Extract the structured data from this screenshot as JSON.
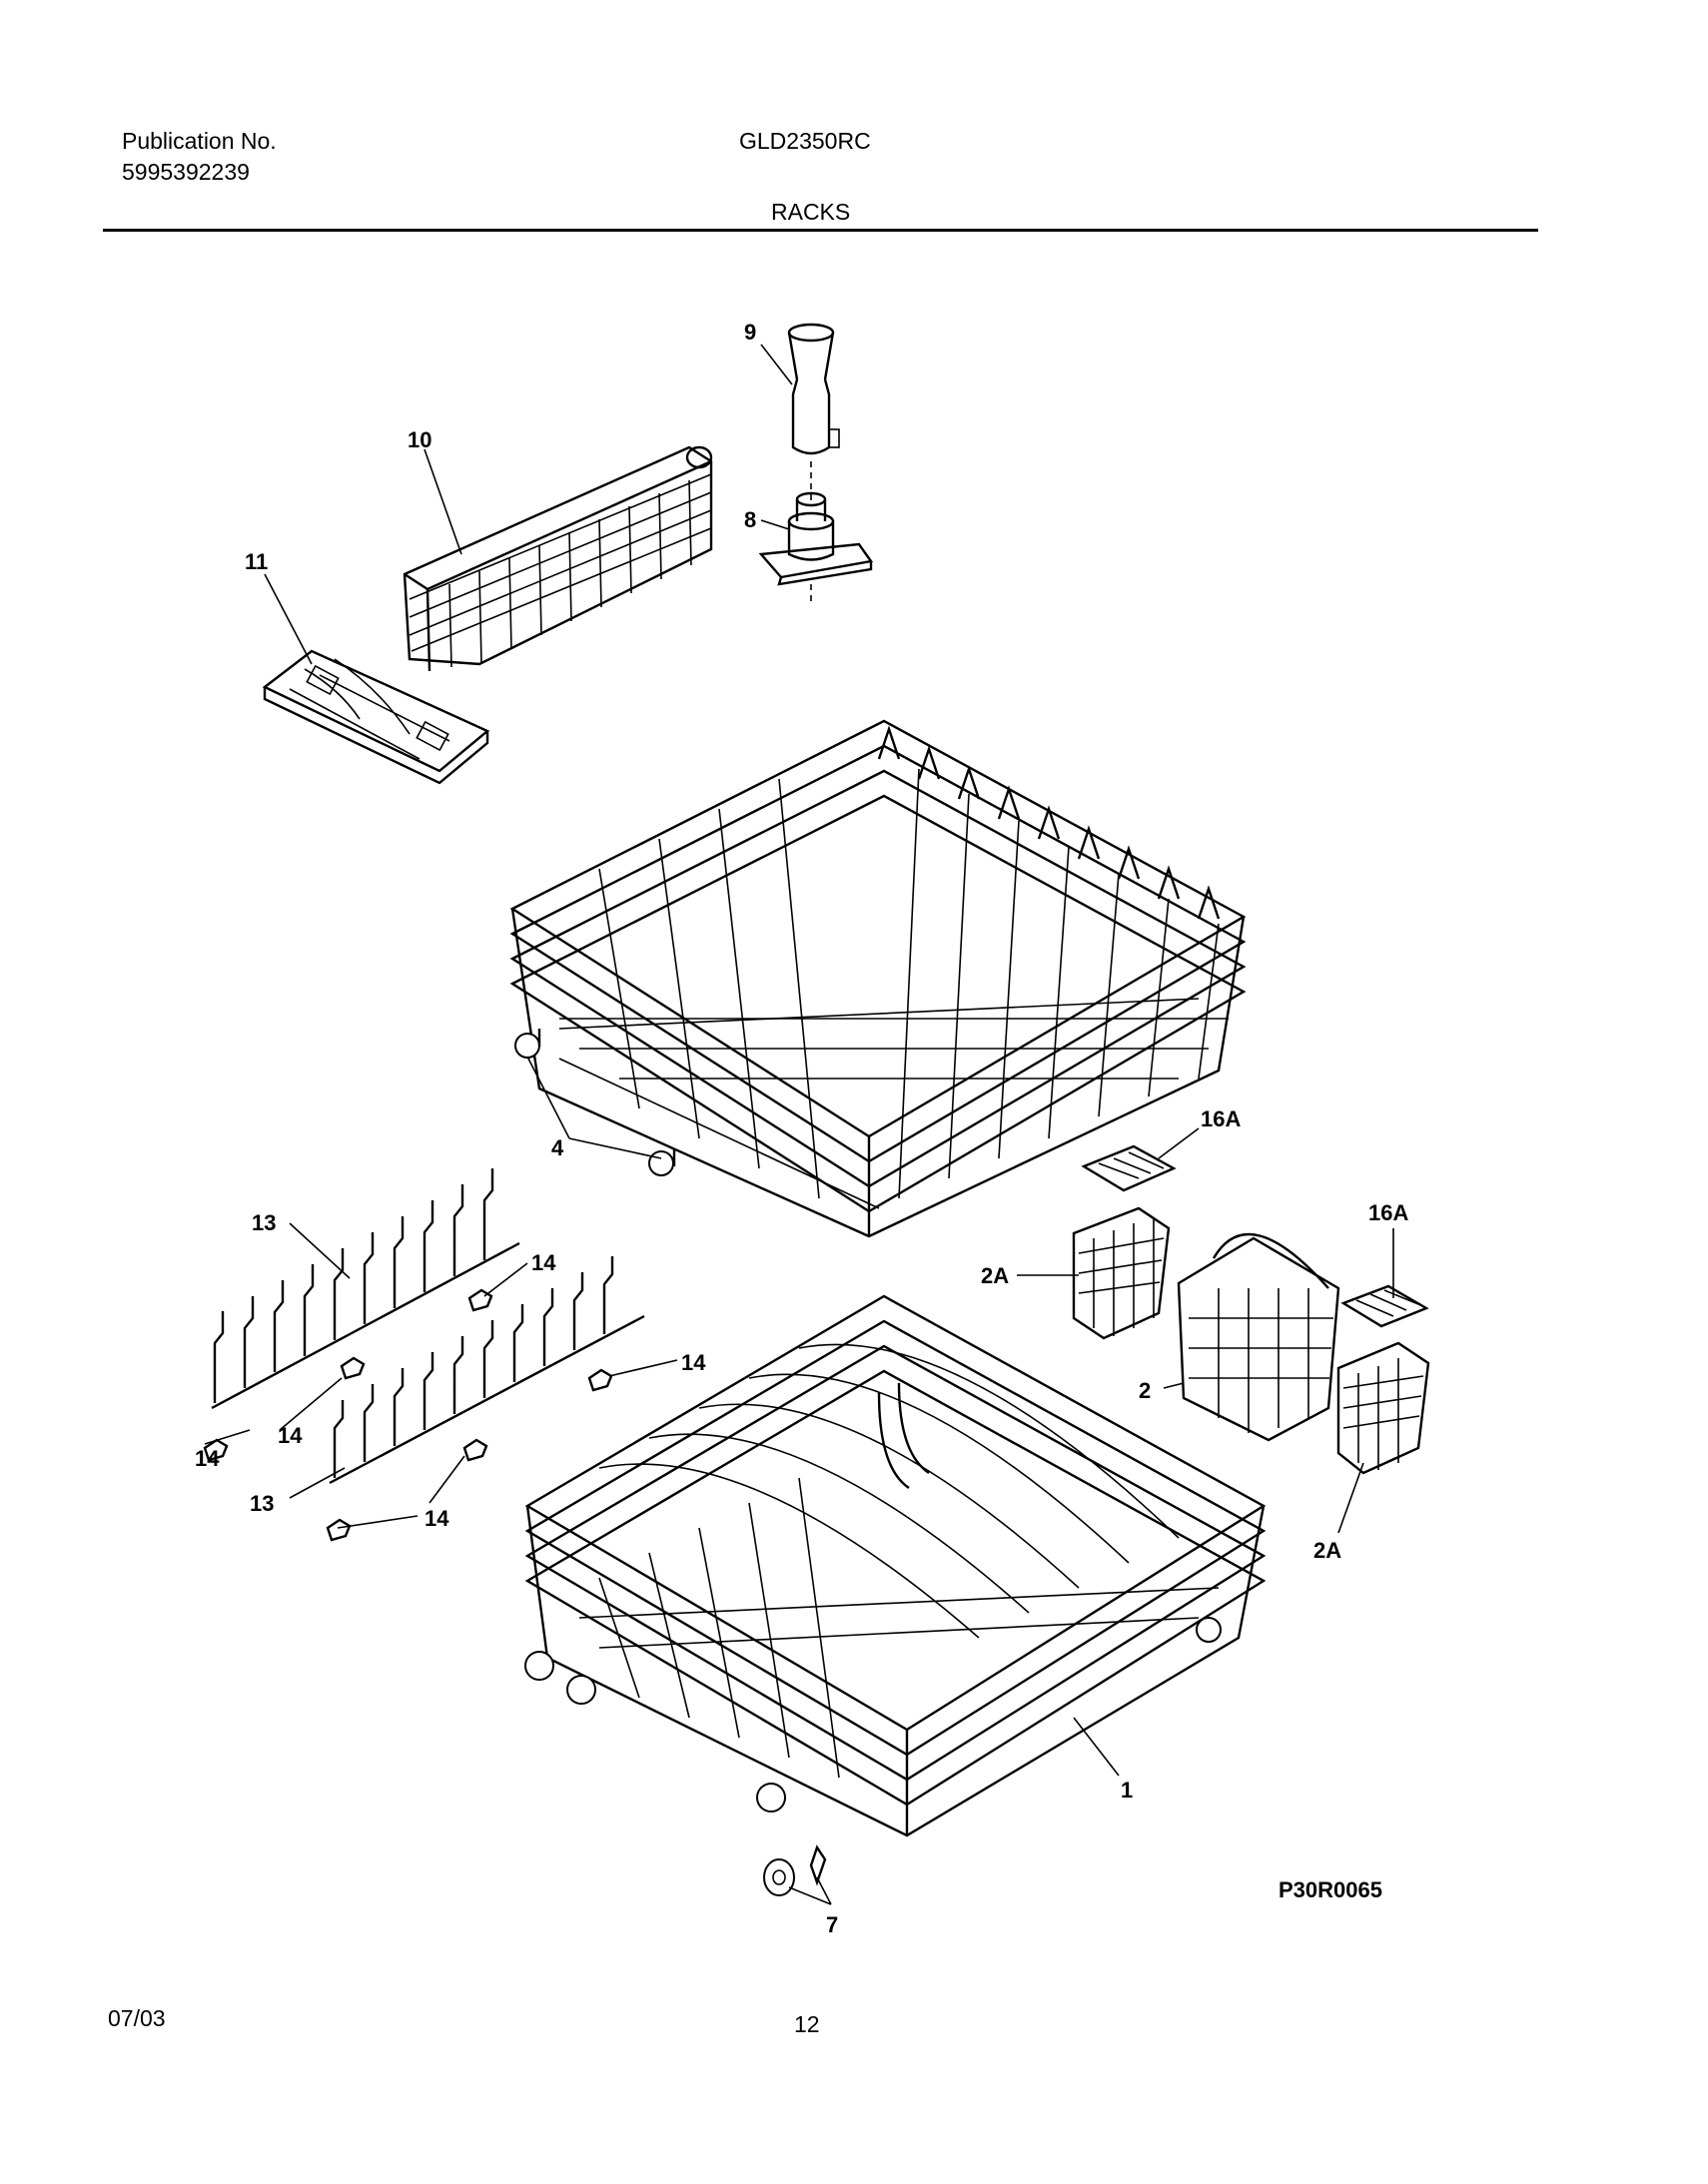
{
  "header": {
    "publication_label": "Publication No.",
    "publication_number": "5995392239",
    "model": "GLD2350RC",
    "section_title": "RACKS"
  },
  "diagram": {
    "callouts": [
      "1",
      "2",
      "2A",
      "2A",
      "4",
      "7",
      "8",
      "9",
      "10",
      "11",
      "13",
      "13",
      "14",
      "14",
      "14",
      "14",
      "14",
      "16A",
      "16A"
    ],
    "drawing_code": "P30R0065"
  },
  "footer": {
    "date": "07/03",
    "page_number": "12"
  }
}
